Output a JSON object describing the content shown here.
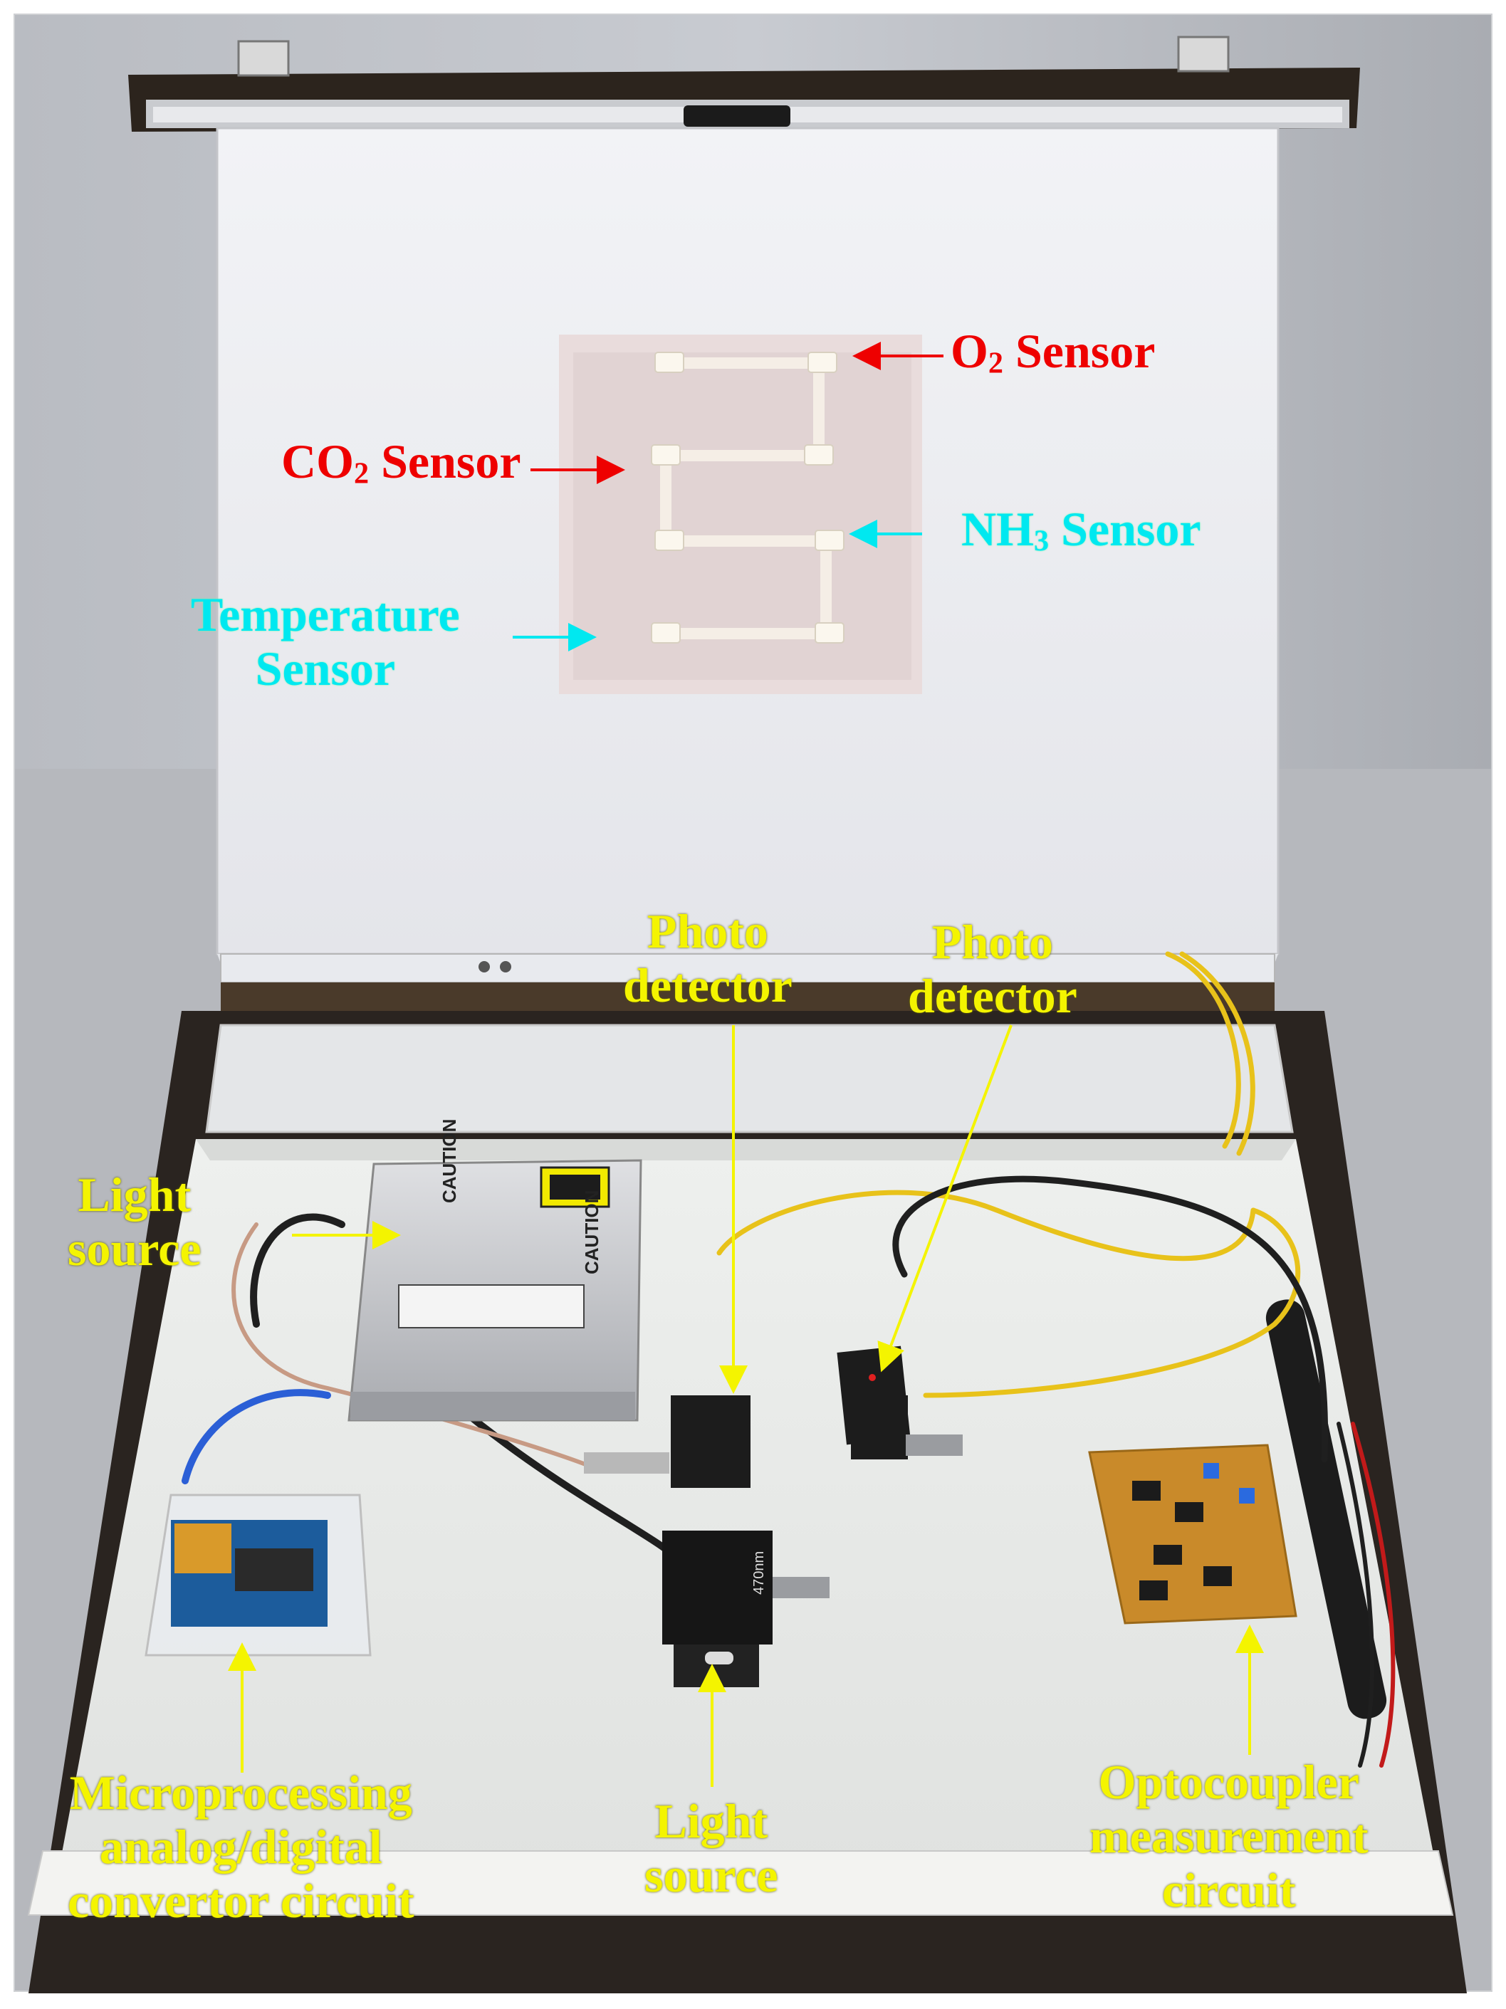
{
  "labels": {
    "o2": {
      "prefix": "O",
      "sub": "2",
      "suffix": " Sensor"
    },
    "co2": {
      "prefix": "CO",
      "sub": "2",
      "suffix": " Sensor"
    },
    "nh3": {
      "prefix": "NH",
      "sub": "3",
      "suffix": " Sensor"
    },
    "temperature": {
      "line1": "Temperature",
      "line2": "Sensor"
    },
    "photo_detector_1": {
      "line1": "Photo",
      "line2": "detector"
    },
    "photo_detector_2": {
      "line1": "Photo",
      "line2": "detector"
    },
    "light_source_left": {
      "line1": "Light",
      "line2": "source"
    },
    "light_source_bottom": {
      "line1": "Light",
      "line2": "source"
    },
    "microprocessing": {
      "line1": "Microprocessing",
      "line2": "analog/digital",
      "line3": "convertor circuit"
    },
    "optocoupler": {
      "line1": "Optocoupler",
      "line2": "measurement",
      "line3": "circuit"
    }
  },
  "device_text": {
    "caution": "CAUTION",
    "wavelength": "470nm"
  },
  "colors": {
    "label_yellow": "#f4f400",
    "label_red": "#ee0000",
    "label_cyan": "#00e8f0",
    "arrow_yellow": "#f4f400",
    "arrow_red": "#ee0000",
    "arrow_cyan": "#00e8f0",
    "fiber_yellow": "#e8c21a",
    "case_frame": "#2a2420",
    "panel_white": "#ecedf0",
    "pcb_orange": "#c98a2a"
  }
}
